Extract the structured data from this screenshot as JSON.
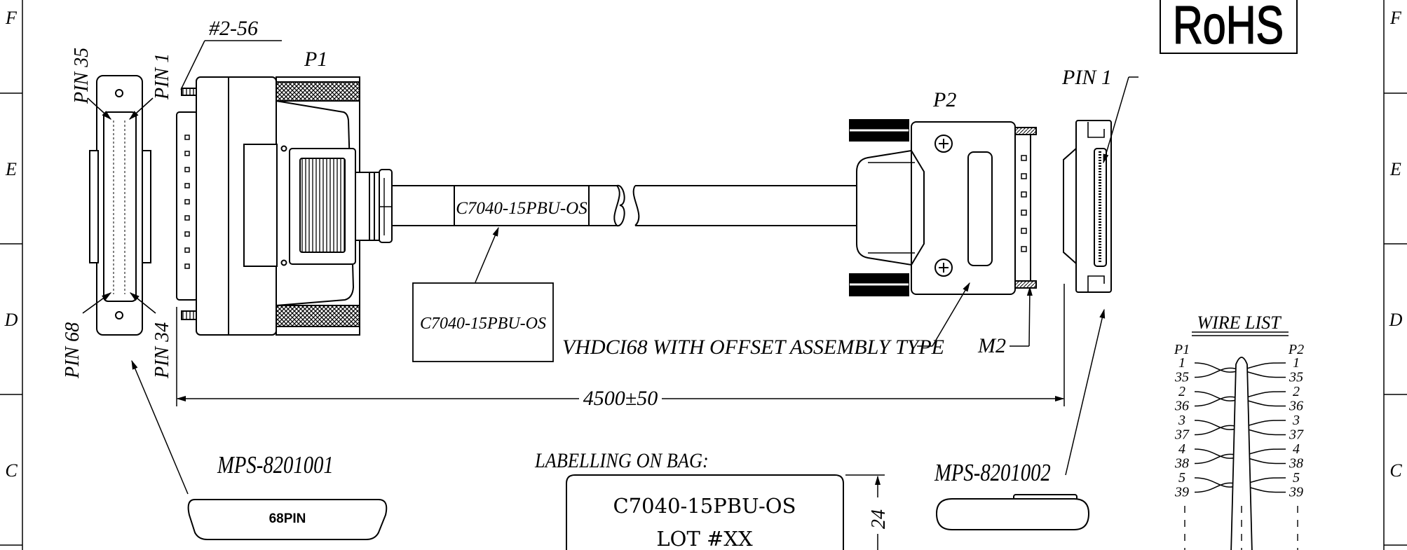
{
  "zones_left": [
    "F",
    "E",
    "D",
    "C"
  ],
  "zones_right": [
    "F",
    "E",
    "D",
    "C"
  ],
  "rohs": "RoHS",
  "p1": {
    "screw_note": "#2-56",
    "label": "P1",
    "pin35": "PIN 35",
    "pin1": "PIN 1",
    "pin68": "PIN 68",
    "pin34": "PIN 34"
  },
  "cable_label": "C7040-15PBU-OS",
  "callout_label": "C7040-15PBU-OS",
  "p2": {
    "label": "P2",
    "pin1": "PIN 1",
    "assembly_note": "VHDCI68 WITH OFFSET ASSEMBLY TYPE",
    "m2": "M2"
  },
  "length_dimension": "4500±50",
  "p1_part": {
    "number": "MPS-8201001",
    "badge": "68PIN"
  },
  "p2_part": {
    "number": "MPS-8201002"
  },
  "bag": {
    "heading": "LABELLING ON BAG:",
    "line1": "C7040-15PBU-OS",
    "line2": "LOT #XX",
    "height_dim": "24"
  },
  "wire_list": {
    "title": "WIRE LIST",
    "left_header": "P1",
    "right_header": "P2",
    "left_pins": [
      "1",
      "35",
      "2",
      "36",
      "3",
      "37",
      "4",
      "38",
      "5",
      "39"
    ],
    "right_pins": [
      "1",
      "35",
      "2",
      "36",
      "3",
      "37",
      "4",
      "38",
      "5",
      "39"
    ]
  }
}
